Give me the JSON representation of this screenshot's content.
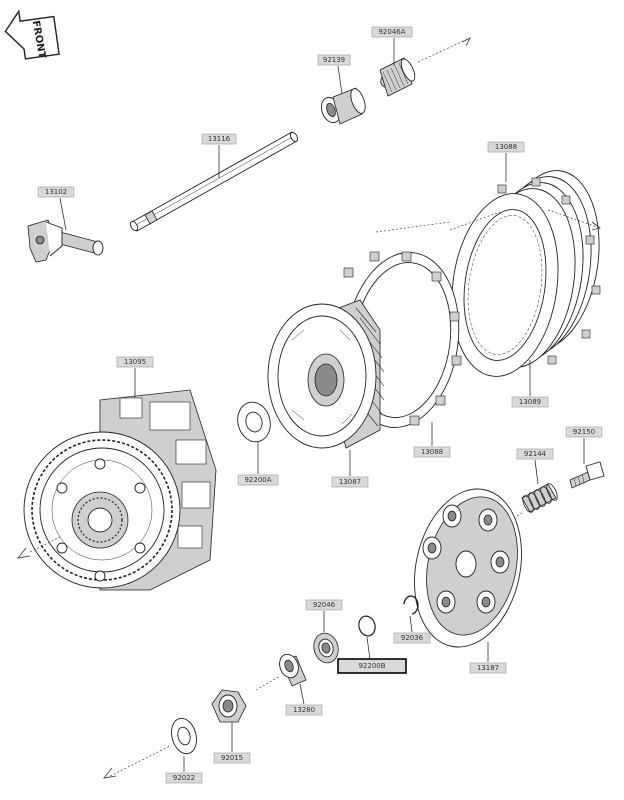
{
  "labels": {
    "front": "FRONT",
    "p92046A": "92046A",
    "p92139": "92139",
    "p13116": "13116",
    "p13102": "13102",
    "p13088_top": "13088",
    "p13089": "13089",
    "p13095": "13095",
    "p92200A": "92200A",
    "p13087": "13087",
    "p13088_bottom": "13088",
    "p92150": "92150",
    "p92144": "92144",
    "p92046": "92046",
    "p92036": "92036",
    "p92200B": "92200B",
    "p13187": "13187",
    "p13280": "13280",
    "p92015": "92015",
    "p92022": "92022"
  },
  "colors": {
    "label_fill": "#d9d9d9",
    "line": "#222222",
    "highlight_border": "#000000"
  }
}
